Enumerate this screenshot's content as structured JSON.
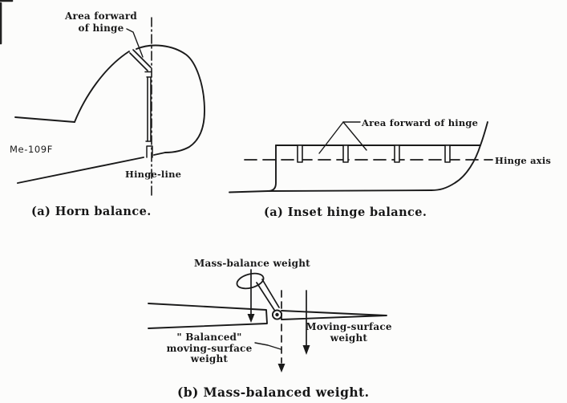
{
  "colors": {
    "ink": "#1a1a1a",
    "paper": "#fcfcfb"
  },
  "figure_horn": {
    "area_label_line1": "Area forward",
    "area_label_line2": "of hinge",
    "aircraft_model": "Me-109F",
    "hinge_line_label": "Hinge-line",
    "caption": "(a) Horn balance."
  },
  "figure_inset": {
    "area_label": "Area forward of hinge",
    "hinge_axis_label": "Hinge axis",
    "caption": "(a) Inset hinge balance."
  },
  "figure_mass": {
    "mass_weight_label": "Mass-balance weight",
    "moving_weight_line1": "Moving-surface",
    "moving_weight_line2": "weight",
    "balanced_line1": "\" Balanced\"",
    "balanced_line2": "moving-surface",
    "balanced_line3": "weight",
    "caption": "(b) Mass-balanced weight."
  }
}
